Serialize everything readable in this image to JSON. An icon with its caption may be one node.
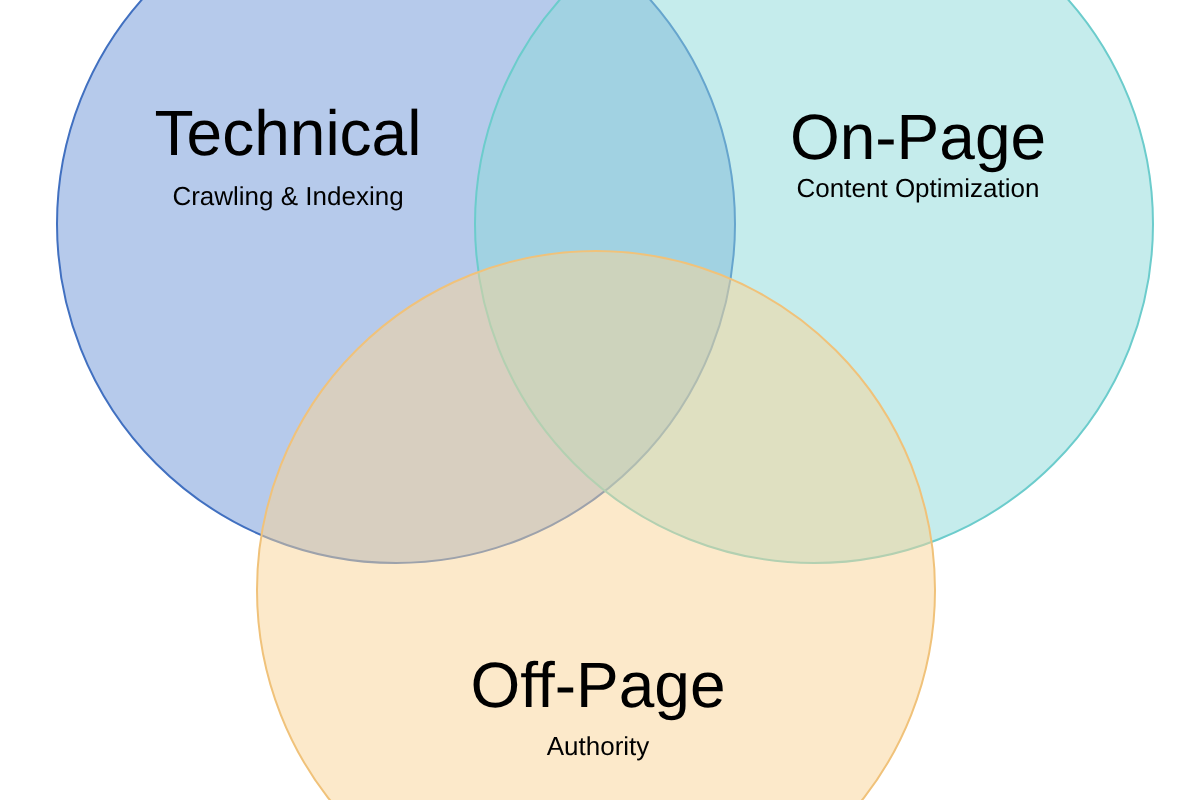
{
  "diagram": {
    "nodes": [
      {
        "text": [
          "Technical",
          "Crawling & Indexing"
        ]
      },
      {
        "text": [
          "On-Page",
          "Content Optimization"
        ]
      },
      {
        "text": [
          "Off-Page",
          "Authority"
        ]
      }
    ]
  }
}
